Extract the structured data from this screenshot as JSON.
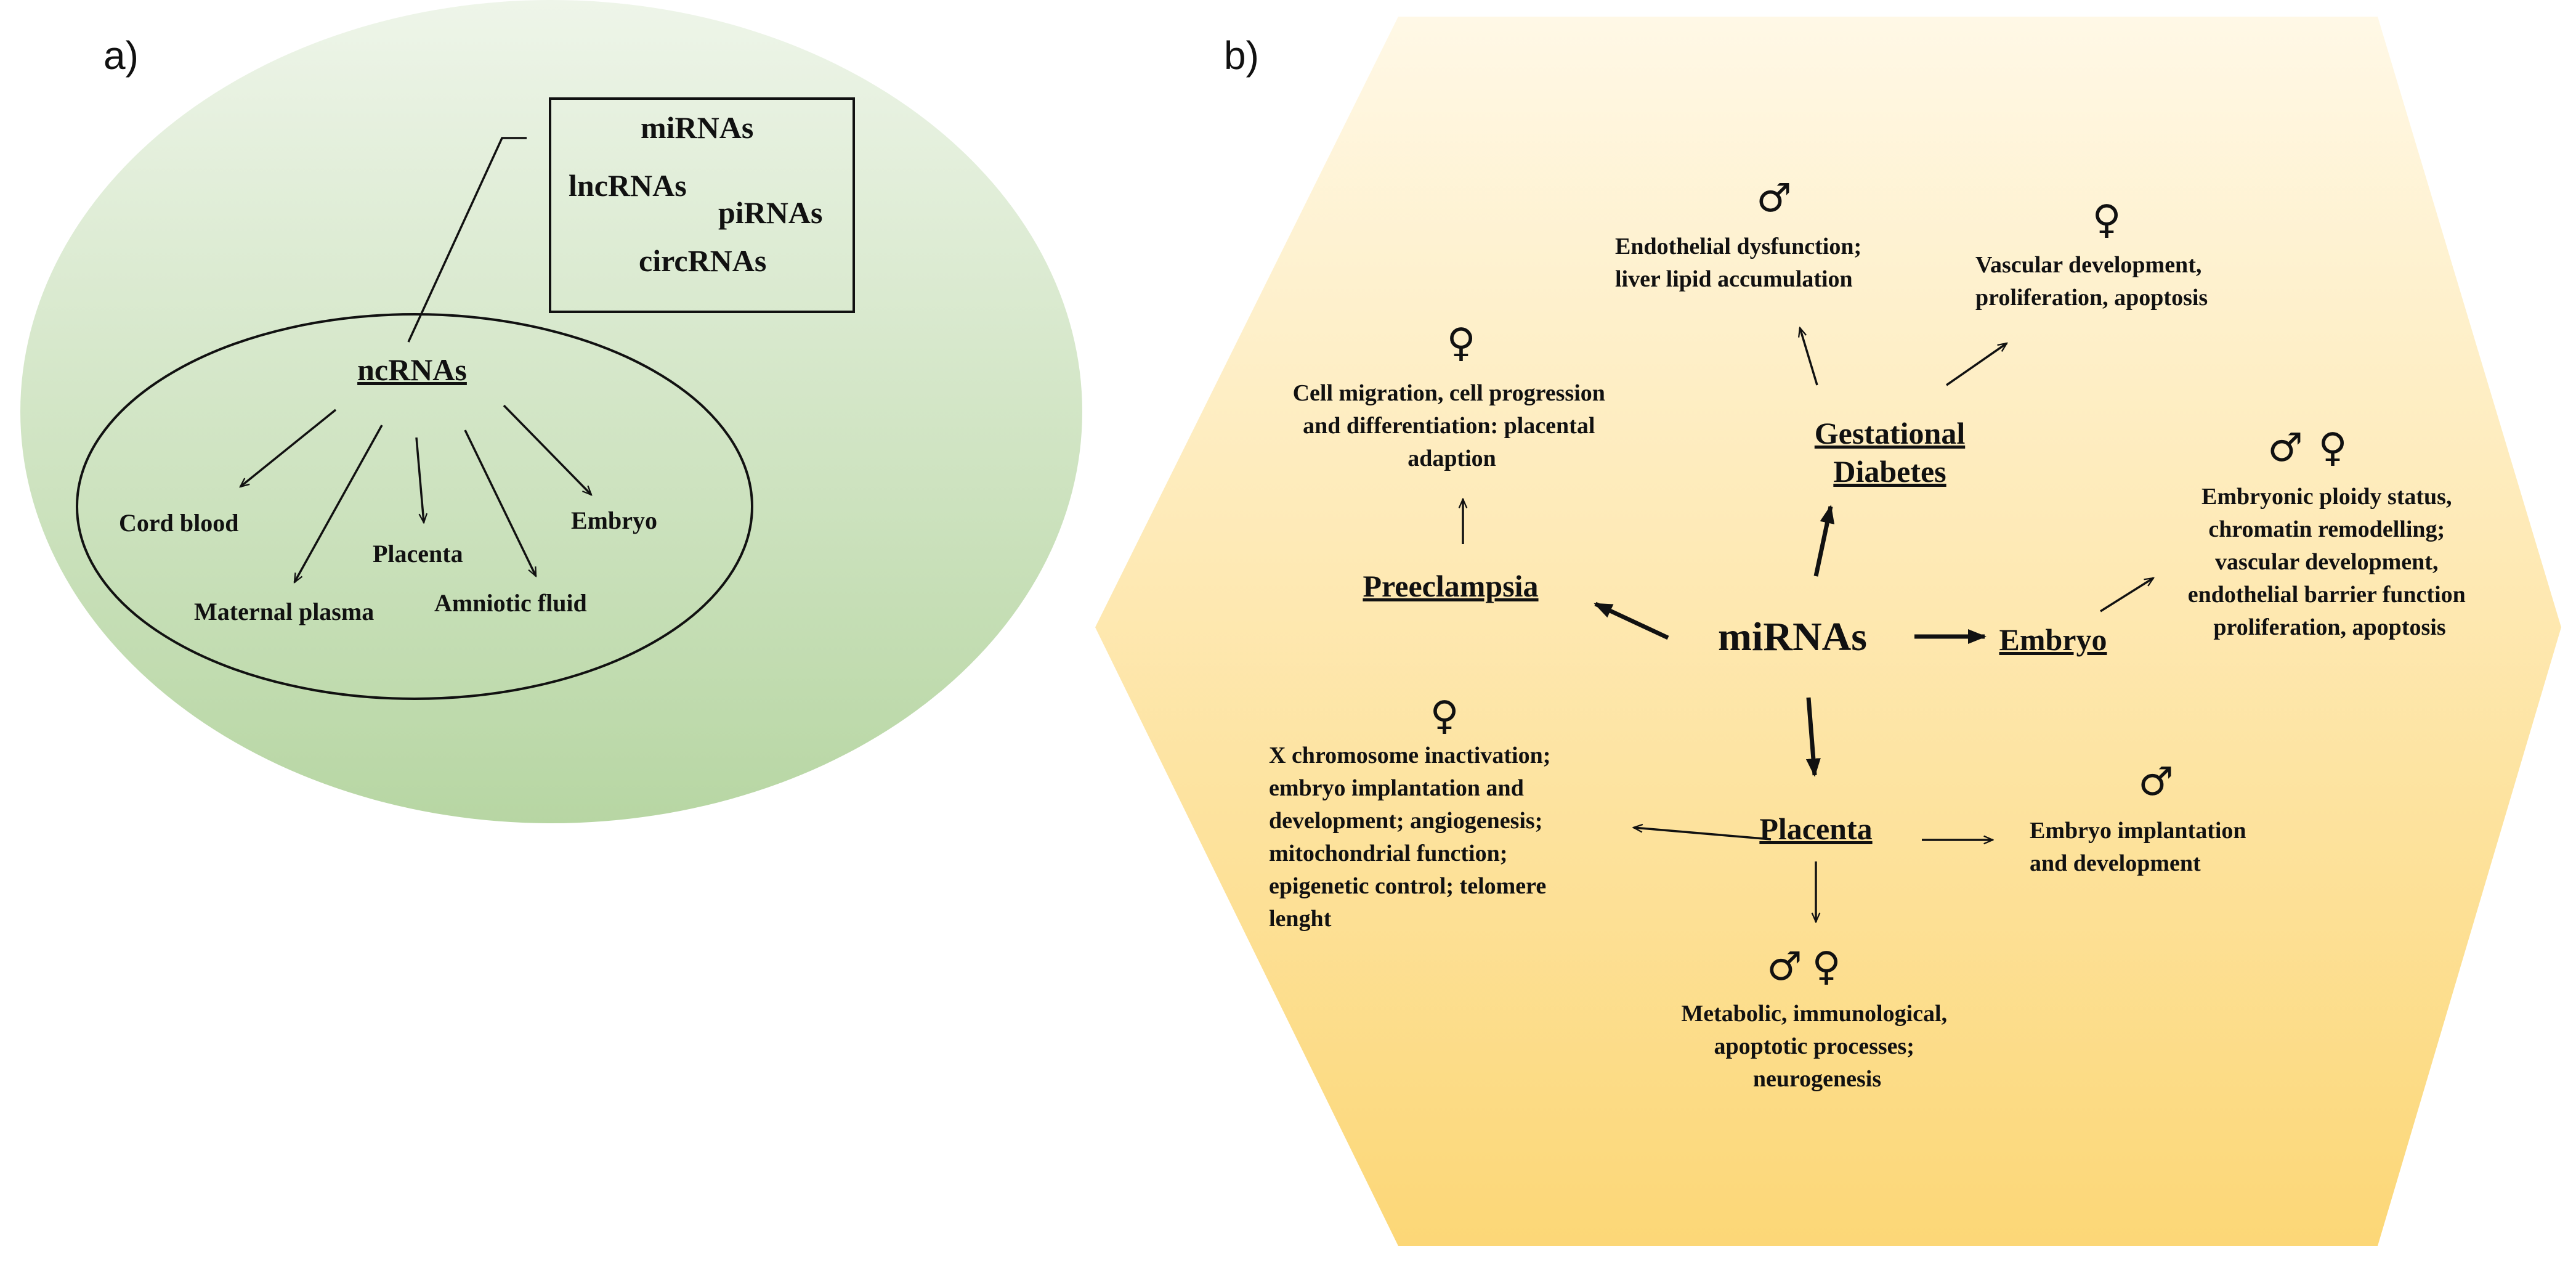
{
  "panel_a": {
    "label": "a)",
    "center_term": "ncRNAs",
    "box_items": [
      "miRNAs",
      "lncRNAs",
      "piRNAs",
      "circRNAs"
    ],
    "sources": [
      "Cord blood",
      "Maternal plasma",
      "Placenta",
      "Amniotic fluid",
      "Embryo"
    ]
  },
  "panel_b": {
    "label": "b)",
    "center_term": "miRNAs",
    "hubs": {
      "gestational_diabetes": [
        "Gestational",
        "Diabetes"
      ],
      "preeclampsia": "Preeclampsia",
      "embryo": "Embryo",
      "placenta": "Placenta"
    },
    "sex_symbols": {
      "male": "♂",
      "female": "♀"
    },
    "effects": {
      "gd_male": [
        "Endothelial  dysfunction;",
        "liver lipid accumulation"
      ],
      "gd_female": [
        "Vascular development,",
        "proliferation,  apoptosis"
      ],
      "pre_female": [
        "Cell migration,  cell progression",
        "and  differentiation:  placental",
        "adaption"
      ],
      "embryo_both": [
        "Embryonic  ploidy status,",
        "chromatin  remodelling;",
        "vascular  development,",
        "endothelial barrier function",
        "proliferation,  apoptosis"
      ],
      "placenta_left_female": [
        "X  chromosome  inactivation;",
        "embryo  implantation    and",
        "development;  angiogenesis;",
        "mitochondrial   function;",
        "epigenetic   control;  telomere",
        "lenght"
      ],
      "placenta_right_male": [
        "Embryo  implantation",
        "and  development"
      ],
      "placenta_down_both": [
        "Metabolic,  immunological,",
        "apoptotic   processes;",
        "neurogenesis"
      ]
    }
  },
  "colors": {
    "green_light": "#ecf3e6",
    "green_dark": "#b9d7a6",
    "yellow_light": "#fff7e4",
    "yellow_dark": "#fcd97a",
    "ink": "#111111"
  }
}
